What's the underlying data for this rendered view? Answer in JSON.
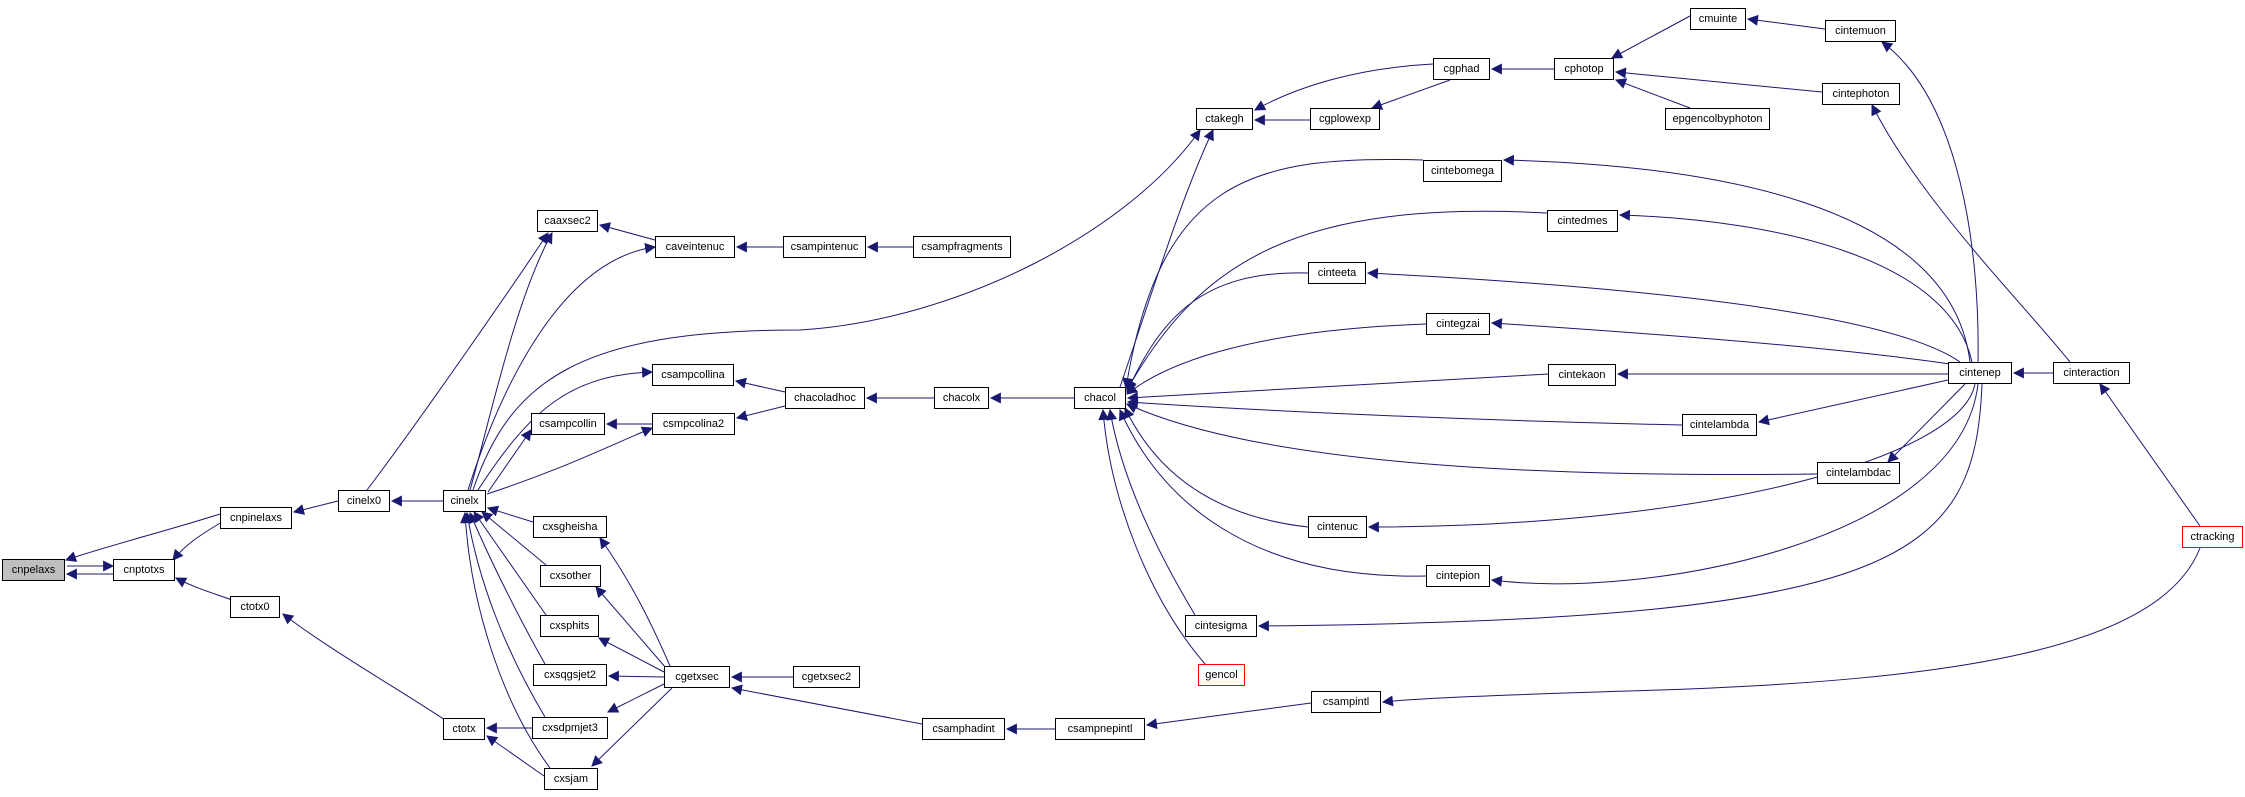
{
  "colors": {
    "edge": "#191970",
    "node_border": "#000000",
    "truncated_border": "#ff0000",
    "current_fill": "#bfbfbf"
  },
  "nodes": {
    "cnpelaxs": "cnpelaxs",
    "cnptotxs": "cnptotxs",
    "cnpinelaxs": "cnpinelaxs",
    "ctotx0": "ctotx0",
    "cinelx0": "cinelx0",
    "ctotx": "ctotx",
    "cinelx": "cinelx",
    "caaxsec2": "caaxsec2",
    "caveintenuc": "caveintenuc",
    "csampintenuc": "csampintenuc",
    "csampfragments": "csampfragments",
    "csampcollina": "csampcollina",
    "csampcollin": "csampcollin",
    "csmpcolina2": "csmpcolina2",
    "chacoladhoc": "chacoladhoc",
    "chacolx": "chacolx",
    "chacol": "chacol",
    "cxsgheisha": "cxsgheisha",
    "cxsother": "cxsother",
    "cxsphits": "cxsphits",
    "cxsqgsjet2": "cxsqgsjet2",
    "cxsdpmjet3": "cxsdpmjet3",
    "cxsjam": "cxsjam",
    "cgetxsec": "cgetxsec",
    "cgetxsec2": "cgetxsec2",
    "csamphadint": "csamphadint",
    "csampnepintl": "csampnepintl",
    "csampintl": "csampintl",
    "ctakegh": "ctakegh",
    "cgplowexp": "cgplowexp",
    "cgphad": "cgphad",
    "cphotop": "cphotop",
    "cmuinte": "cmuinte",
    "cintemuon": "cintemuon",
    "cintephoton": "cintephoton",
    "epgencolbyphoton": "epgencolbyphoton",
    "cintebomega": "cintebomega",
    "cintedmes": "cintedmes",
    "cinteeta": "cinteeta",
    "cintegzai": "cintegzai",
    "cintekaon": "cintekaon",
    "cintelambda": "cintelambda",
    "cintelambdac": "cintelambdac",
    "cintenuc": "cintenuc",
    "cintepion": "cintepion",
    "cintesigma": "cintesigma",
    "gencol": "gencol",
    "cintenep": "cintenep",
    "cinteraction": "cinteraction",
    "ctracking": "ctracking"
  }
}
